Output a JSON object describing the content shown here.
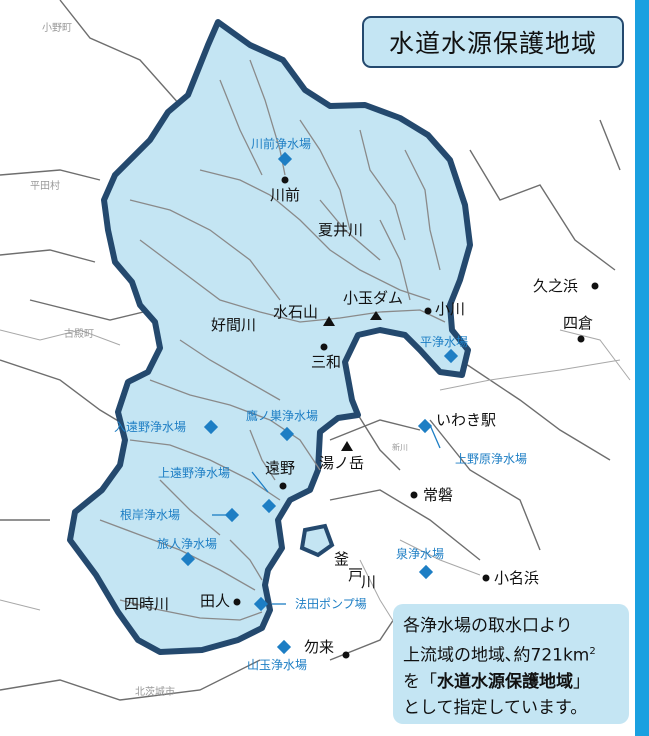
{
  "title": "水道水源保護地域",
  "colors": {
    "area_fill": "#c4e5f3",
    "area_border": "#24496e",
    "plant": "#1d7ec4",
    "river": "#8a8a8a",
    "edge_bar": "#1aa0e0"
  },
  "note": {
    "line1": "各浄水場の取水口より",
    "line2_prefix": "上流域の地域､約721km",
    "line2_sup": "2",
    "line3_open": "を「",
    "line3_bold": "水道水源保護地域",
    "line3_close": "」",
    "line4": "として指定しています。"
  },
  "places": {
    "kawamae": "川前",
    "natsuigawa": "夏井川",
    "kuno_hama": "久之浜",
    "yotsukura": "四倉",
    "kodama_dam": "小玉ダム",
    "ogawa": "小川",
    "mizuishiyama": "水石山",
    "yoshimagawa": "好間川",
    "miwa": "三和",
    "iwaki_station": "いわき駅",
    "yunotake": "湯ノ岳",
    "toono": "遠野",
    "joban": "常磐",
    "kamado": "釜",
    "todo": "戸",
    "kawa": "川",
    "onahama": "小名浜",
    "yotokigawa": "四時川",
    "tabito": "田人",
    "nakoso": "勿来"
  },
  "gray_labels": {
    "onomachi": "小野町",
    "hiratamura": "平田村",
    "furudonomachi": "古殿町",
    "kitaibaraki": "北茨城市",
    "shinkawa": "新川"
  },
  "plants": {
    "kawamae": "川前浄水場",
    "taira": "平浄水場",
    "iritono": "入遠野浄水場",
    "takanosu": "鷹ノ巣浄水場",
    "uenohara": "上野原浄水場",
    "kamitono": "上遠野浄水場",
    "negishi": "根岸浄水場",
    "tabito": "旅人浄水場",
    "izumi": "泉浄水場",
    "hodata_pump": "法田ポンプ場",
    "yamatama": "山玉浄水場"
  }
}
